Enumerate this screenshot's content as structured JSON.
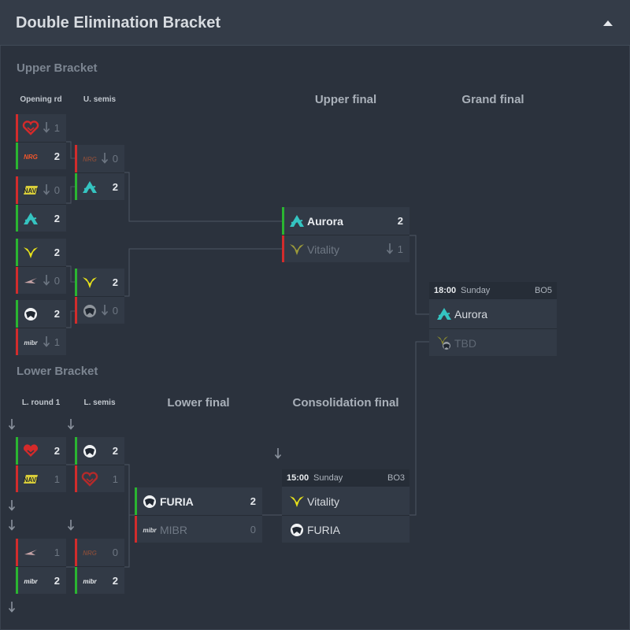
{
  "header": {
    "title": "Double Elimination Bracket"
  },
  "sections": {
    "upper": "Upper Bracket",
    "lower": "Lower Bracket"
  },
  "columns": {
    "opening": "Opening rd",
    "usemis": "U. semis",
    "ufinal": "Upper final",
    "gfinal": "Grand final",
    "lround1": "L. round 1",
    "lsemis": "L. semis",
    "lfinal": "Lower final",
    "consol": "Consolidation final"
  },
  "matches": {
    "ob1": {
      "t1": {
        "logo": "mouz-heart-logo",
        "score": "1"
      },
      "t2": {
        "logo": "nrg-logo",
        "score": "2"
      }
    },
    "ob2": {
      "t1": {
        "logo": "navi-logo",
        "score": "0"
      },
      "t2": {
        "logo": "aurora-logo",
        "score": "2"
      }
    },
    "ob3": {
      "t1": {
        "logo": "vitality-logo",
        "score": "2"
      },
      "t2": {
        "logo": "imperial-logo",
        "score": "0"
      }
    },
    "ob4": {
      "t1": {
        "logo": "furia-logo",
        "score": "2"
      },
      "t2": {
        "logo": "mibr-logo",
        "score": "1"
      }
    },
    "us1": {
      "t1": {
        "logo": "nrg-logo",
        "score": "0"
      },
      "t2": {
        "logo": "aurora-logo",
        "score": "2"
      }
    },
    "us2": {
      "t1": {
        "logo": "vitality-logo",
        "score": "2"
      },
      "t2": {
        "logo": "furia-logo",
        "score": "0"
      }
    },
    "uf": {
      "t1": {
        "name": "Aurora",
        "score": "2"
      },
      "t2": {
        "name": "Vitality",
        "score": "1"
      }
    },
    "gf": {
      "time": "18:00",
      "day": "Sunday",
      "bo": "BO5",
      "t1": {
        "name": "Aurora"
      },
      "t2": {
        "name": "TBD"
      }
    },
    "lr1a": {
      "t1": {
        "logo": "mouz-heart-logo",
        "score": "2"
      },
      "t2": {
        "logo": "navi-logo",
        "score": "1"
      }
    },
    "lr1b": {
      "t1": {
        "logo": "imperial-logo",
        "score": "1"
      },
      "t2": {
        "logo": "mibr-logo",
        "score": "2"
      }
    },
    "ls1": {
      "t1": {
        "logo": "furia-logo",
        "score": "2"
      },
      "t2": {
        "logo": "mouz-heart-logo",
        "score": "1"
      }
    },
    "ls2": {
      "t1": {
        "logo": "nrg-logo",
        "score": "0"
      },
      "t2": {
        "logo": "mibr-logo",
        "score": "2"
      }
    },
    "lf": {
      "t1": {
        "name": "FURIA",
        "score": "2"
      },
      "t2": {
        "name": "MIBR",
        "score": "0"
      }
    },
    "cf": {
      "time": "15:00",
      "day": "Sunday",
      "bo": "BO3",
      "t1": {
        "name": "Vitality"
      },
      "t2": {
        "name": "FURIA"
      }
    }
  },
  "colors": {
    "win": "#2ab531",
    "loss": "#d22c2c",
    "aurora": "#35c4c1",
    "vitality": "#e8e21a",
    "heart": "#d52a2a"
  }
}
